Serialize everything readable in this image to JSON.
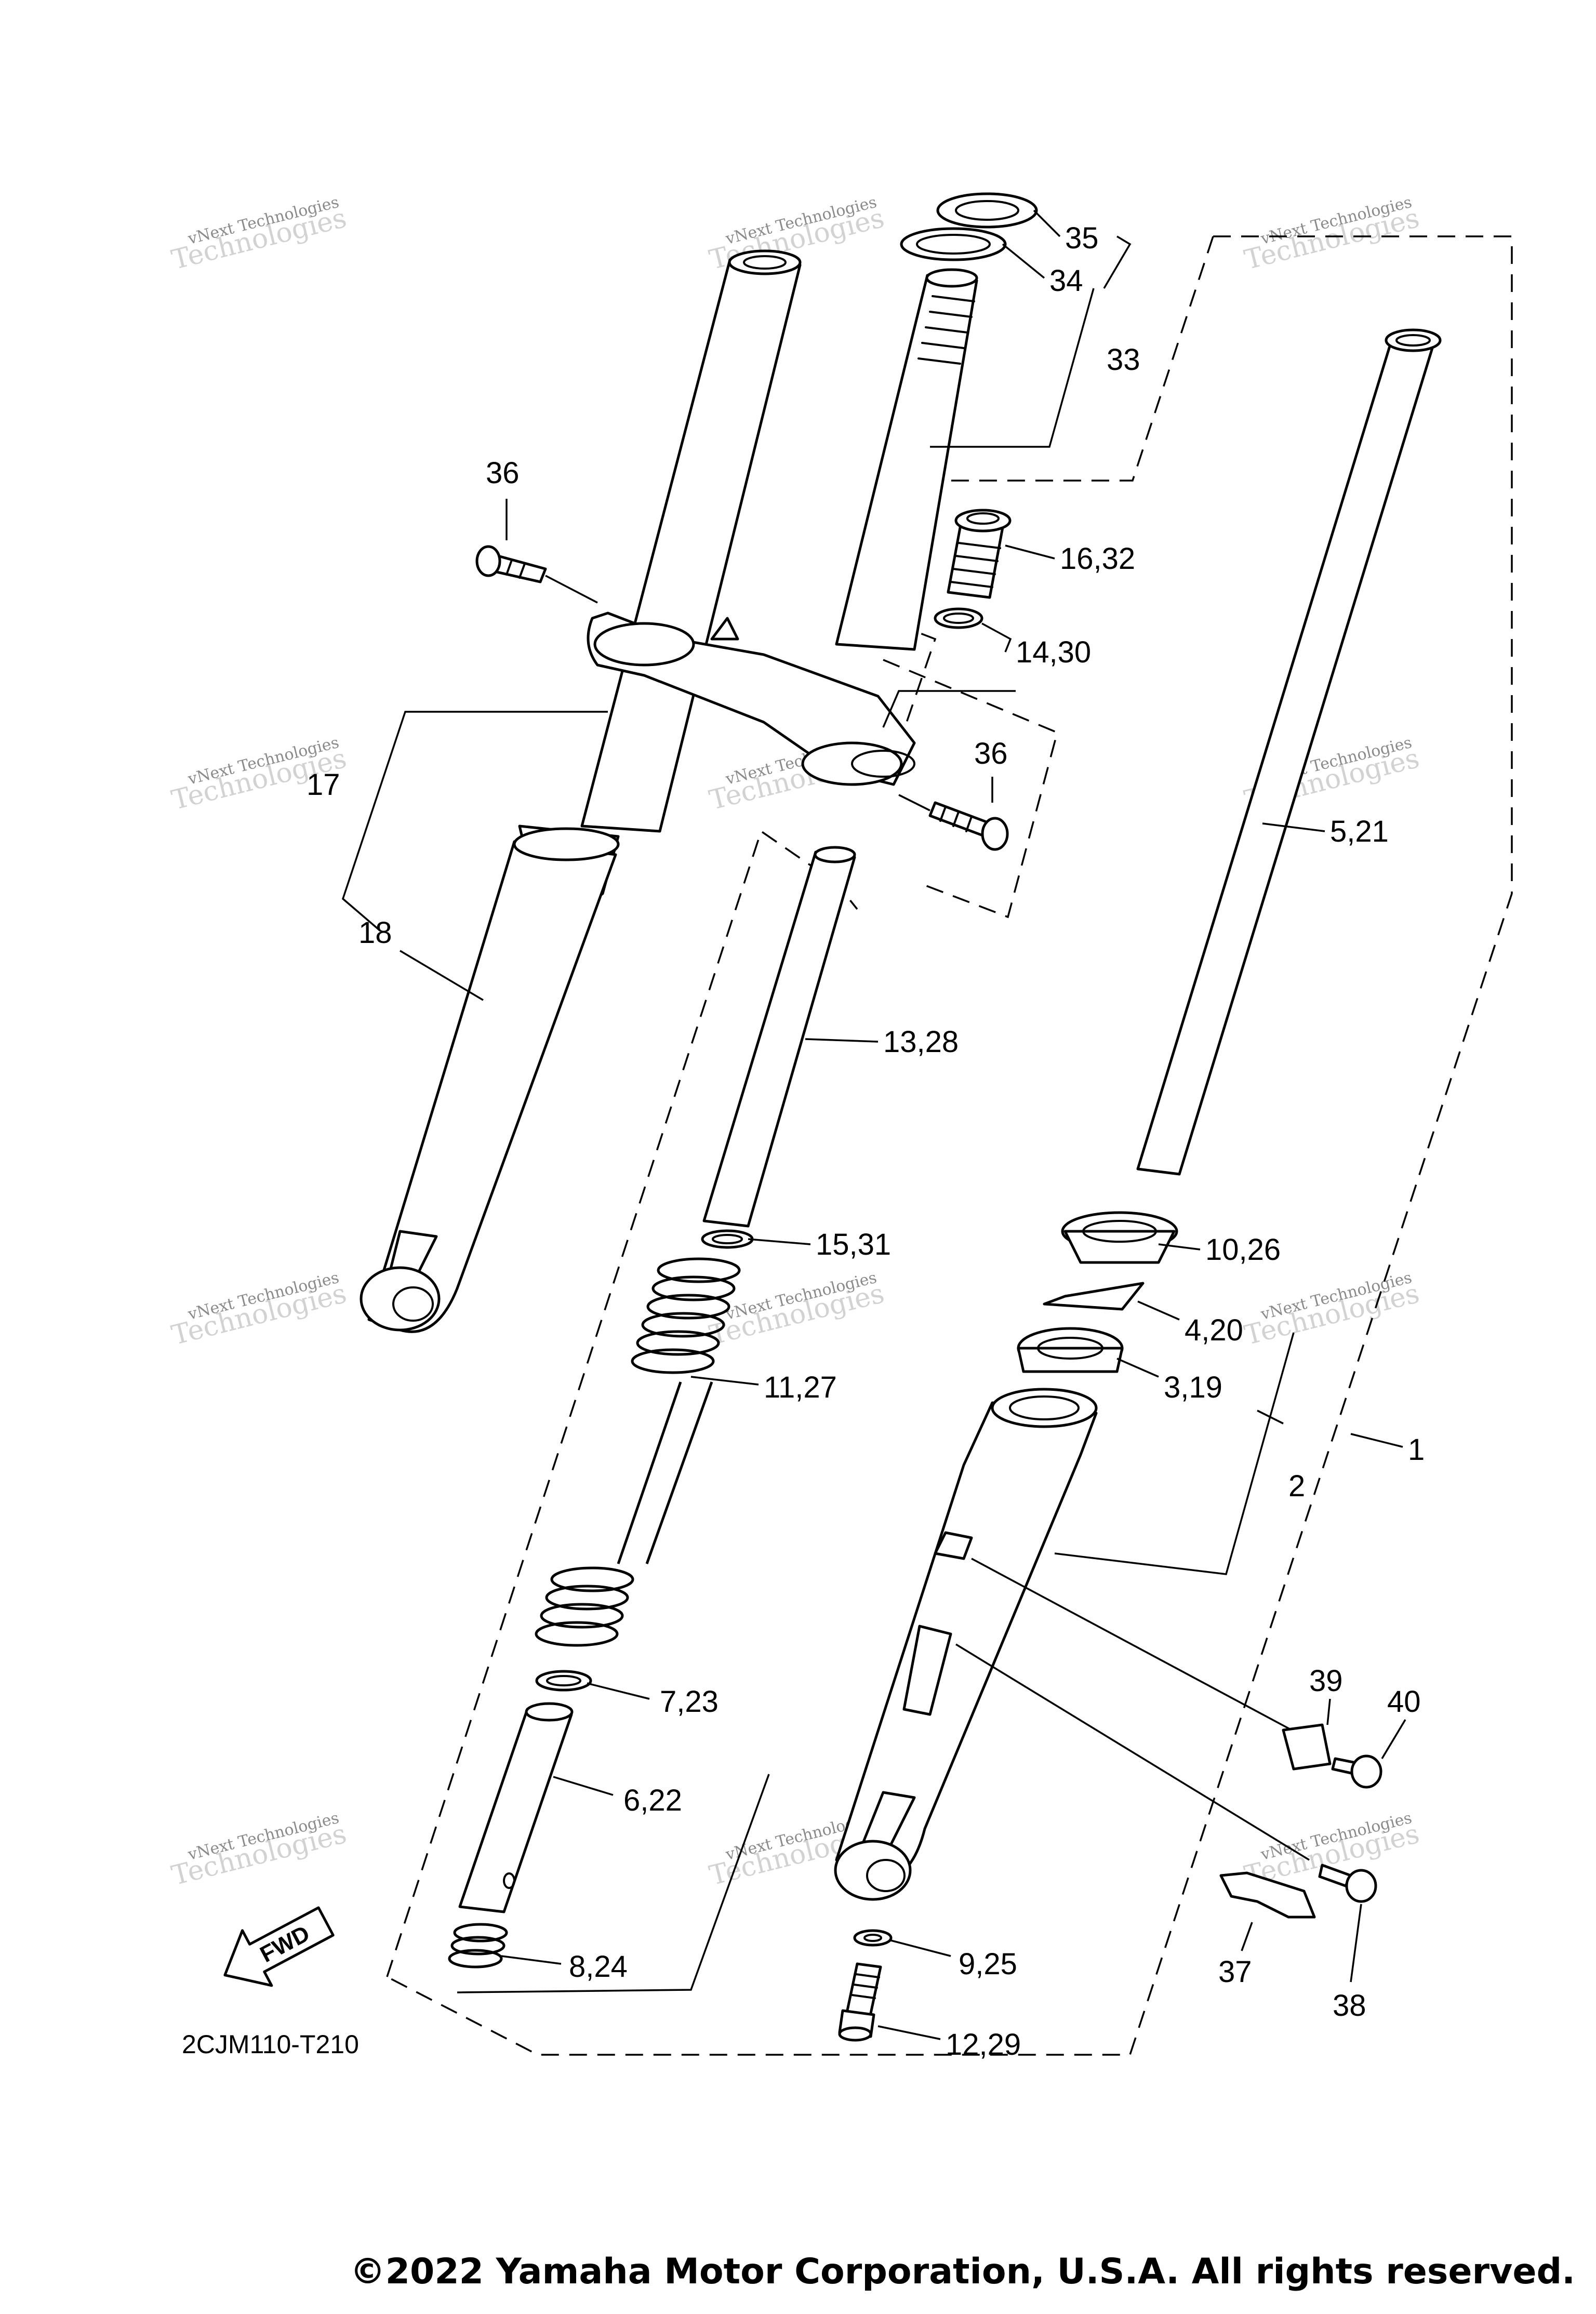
{
  "watermark": {
    "line1": "vNext Technologies",
    "line2": "Technologies",
    "line3": "vNext"
  },
  "labels": {
    "p35": "35",
    "p34": "34",
    "p33": "33",
    "p36a": "36",
    "p36b": "36",
    "p16_32": "16,32",
    "p14_30": "14,30",
    "p17": "17",
    "p18": "18",
    "p5_21": "5,21",
    "p13_28": "13,28",
    "p15_31": "15,31",
    "p10_26": "10,26",
    "p4_20": "4,20",
    "p11_27": "11,27",
    "p3_19": "3,19",
    "p2": "2",
    "p1": "1",
    "p39": "39",
    "p40": "40",
    "p7_23": "7,23",
    "p6_22": "6,22",
    "p8_24": "8,24",
    "p9_25": "9,25",
    "p37": "37",
    "p38": "38",
    "p12_29": "12,29"
  },
  "fwd_arrow": "FWD",
  "diagram_code": "2CJM110-T210",
  "copyright": "©2022 Yamaha Motor Corporation, U.S.A. All rights reserved."
}
